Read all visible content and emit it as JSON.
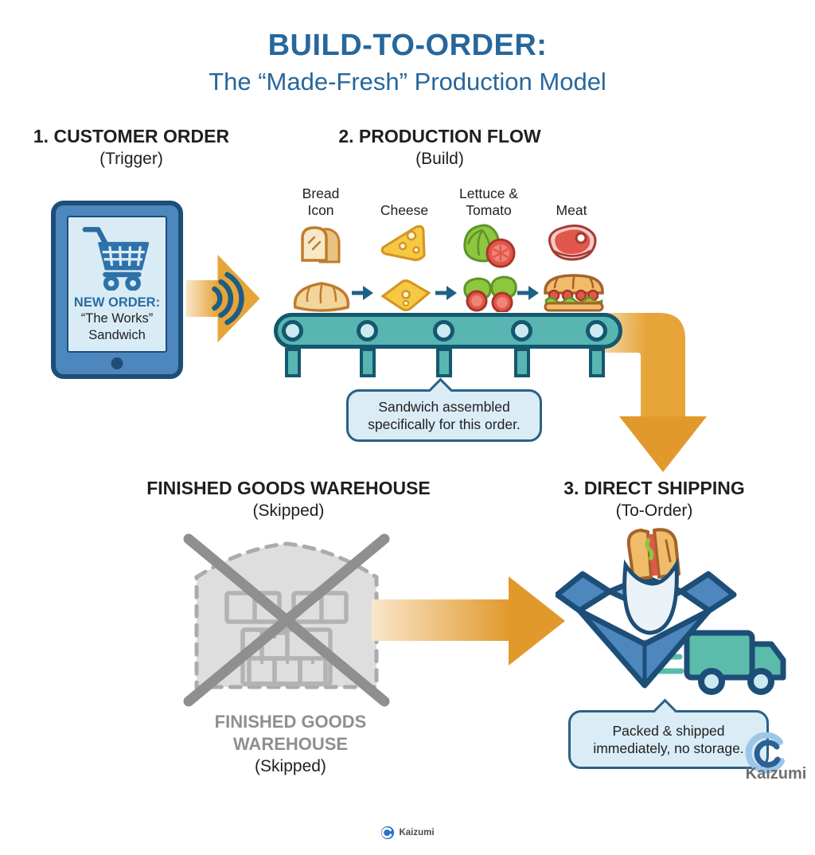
{
  "title": {
    "line1": "BUILD-TO-ORDER:",
    "line2": "The “Made-Fresh” Production Model"
  },
  "customer_order": {
    "heading": "1. CUSTOMER ORDER",
    "subheading": "(Trigger)",
    "order_label": "NEW ORDER:",
    "order_item_line1": "“The Works”",
    "order_item_line2": "Sandwich"
  },
  "production_flow": {
    "heading": "2. PRODUCTION FLOW",
    "subheading": "(Build)",
    "ingredients": [
      {
        "icon": "bread-icon",
        "label_line1": "Bread",
        "label_line2": "Icon"
      },
      {
        "icon": "cheese-icon",
        "label_line1": "Cheese",
        "label_line2": ""
      },
      {
        "icon": "lettuce-tomato-icon",
        "label_line1": "Lettuce &",
        "label_line2": "Tomato"
      },
      {
        "icon": "meat-icon",
        "label_line1": "Meat",
        "label_line2": ""
      }
    ],
    "callout": "Sandwich assembled specifically for this order."
  },
  "warehouse": {
    "heading": "FINISHED GOODS WAREHOUSE",
    "subheading": "(Skipped)",
    "caption_line1": "FINISHED GOODS",
    "caption_line2": "WAREHOUSE",
    "caption_line3": "(Skipped)"
  },
  "direct_shipping": {
    "heading": "3. DIRECT SHIPPING",
    "subheading": "(To-Order)",
    "callout": "Packed & shipped immediately, no storage."
  },
  "branding": {
    "name": "Kaizumi"
  },
  "colors": {
    "title_blue": "#26679c",
    "text_dark": "#1f1f1f",
    "accent_orange": "#e6a439",
    "accent_orange_light": "#f9e7cb",
    "tablet_blue": "#4d87bd",
    "outline_dark_blue": "#1d4e77",
    "order_blue": "#2b6ca3",
    "conveyor_teal": "#58b5b2",
    "conveyor_border": "#14586e",
    "callout_bg": "#daecf6",
    "callout_border": "#2b6185",
    "warehouse_gray": "#8f8f8f",
    "truck_teal": "#5bbcab",
    "lettuce_green": "#8dc63f",
    "tomato_red": "#e2574b",
    "cheese_yellow": "#f6c844",
    "bread_tan": "#f0bc6a"
  }
}
